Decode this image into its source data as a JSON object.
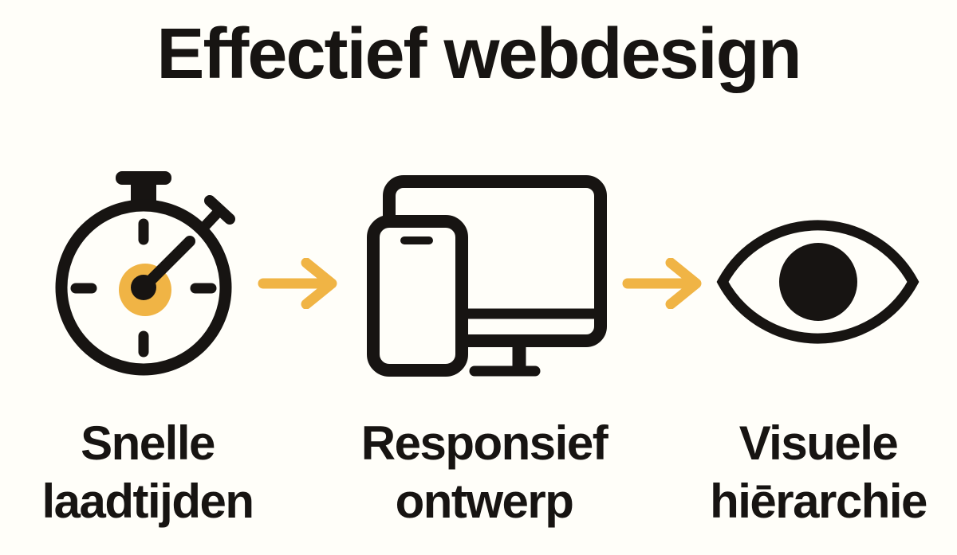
{
  "title": "Effectief webdesign",
  "colors": {
    "background": "#FFFEF9",
    "ink": "#171412",
    "accent": "#F0B445"
  },
  "steps": [
    {
      "icon": "stopwatch-icon",
      "label_line1": "Snelle",
      "label_line2": "laadtijden"
    },
    {
      "icon": "devices-icon",
      "label_line1": "Responsief",
      "label_line2": "ontwerp"
    },
    {
      "icon": "eye-icon",
      "label_line1": "Visuele",
      "label_line2": "hiērarchie"
    }
  ],
  "connectors": [
    {
      "icon": "arrow-right-icon"
    },
    {
      "icon": "arrow-right-icon"
    }
  ]
}
